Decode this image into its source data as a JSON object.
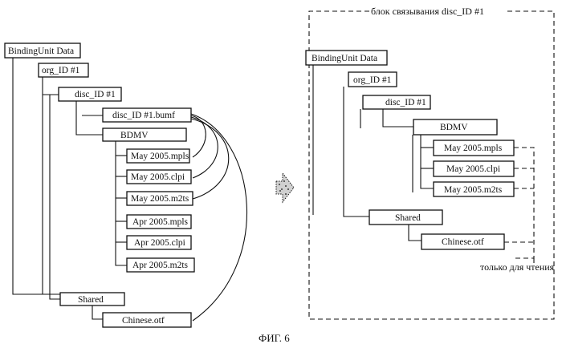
{
  "left_tree": {
    "binding_unit": "BindingUnit Data",
    "org_id": "org_ID #1",
    "disc_id": "disc_ID #1",
    "bumf": "disc_ID #1.bumf",
    "bdmv": "BDMV",
    "files": [
      "May 2005.mpls",
      "May 2005.clpi",
      "May 2005.m2ts",
      "Apr 2005.mpls",
      "Apr 2005.clpi",
      "Apr 2005.m2ts"
    ],
    "shared": "Shared",
    "font_file": "Chinese.otf"
  },
  "right_tree": {
    "frame_label": "блок связывания disc_ID #1",
    "binding_unit": "BindingUnit Data",
    "org_id": "org_ID #1",
    "disc_id": "disc_ID #1",
    "bdmv": "BDMV",
    "files": [
      "May 2005.mpls",
      "May 2005.clpi",
      "May 2005.m2ts"
    ],
    "shared": "Shared",
    "font_file": "Chinese.otf",
    "readonly_label": "только для чтения"
  },
  "caption": "ФИГ. 6",
  "arrow_icon": "dotted-arrow-icon"
}
